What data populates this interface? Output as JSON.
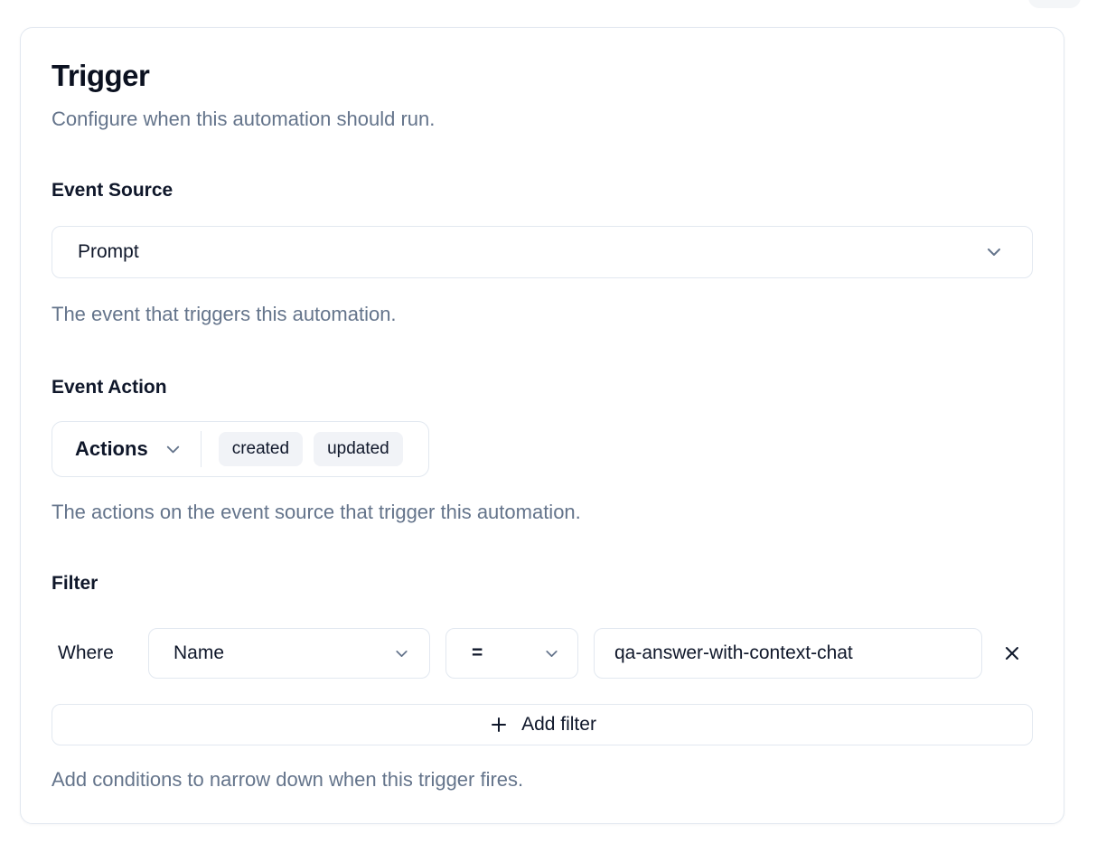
{
  "page": {
    "title": "Trigger",
    "subtitle": "Configure when this automation should run."
  },
  "event_source": {
    "label": "Event Source",
    "selected": "Prompt",
    "help": "The event that triggers this automation."
  },
  "event_action": {
    "label": "Event Action",
    "dropdown_label": "Actions",
    "selected_actions": [
      "created",
      "updated"
    ],
    "help": "The actions on the event source that trigger this automation."
  },
  "filter": {
    "label": "Filter",
    "rows": [
      {
        "prefix": "Where",
        "field": "Name",
        "operator": "=",
        "value": "qa-answer-with-context-chat"
      }
    ],
    "add_button_label": "Add filter",
    "help": "Add conditions to narrow down when this trigger fires."
  },
  "icons": {
    "chevron_down": "⌄",
    "plus": "＋",
    "close": "✕"
  },
  "colors": {
    "border": "#e2e8f0",
    "text": "#0f172a",
    "muted": "#64748b",
    "chip_bg": "#f1f3f7"
  }
}
